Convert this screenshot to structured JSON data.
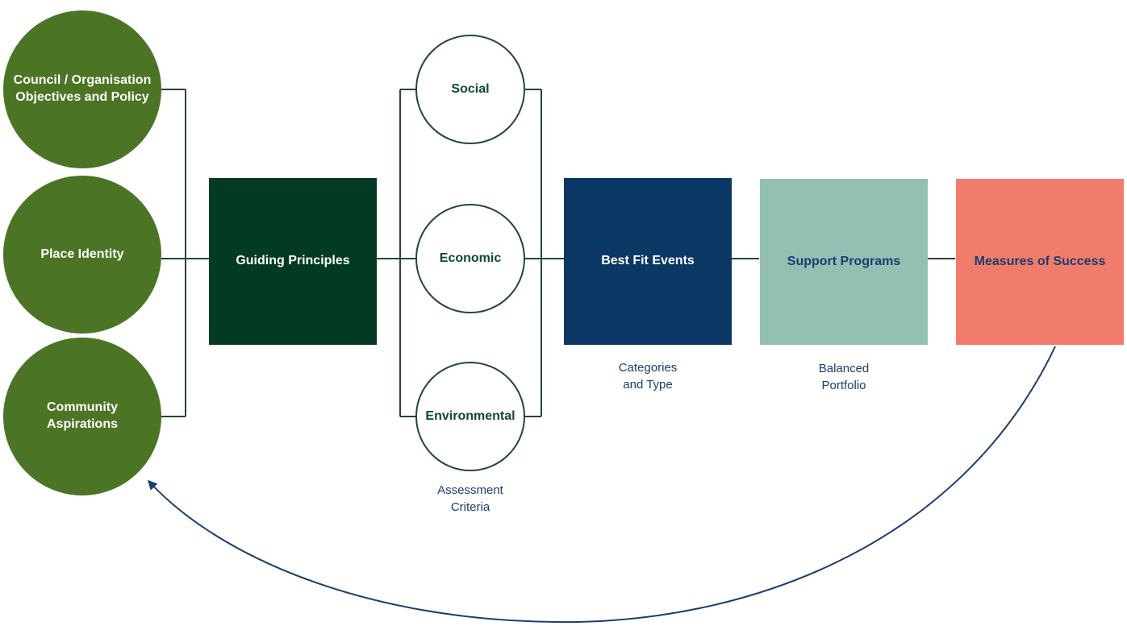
{
  "colors": {
    "input_green": "#4b7524",
    "guiding_dark_green": "#033b22",
    "best_fit_navy": "#0b3764",
    "support_sage": "#94c0b4",
    "measures_coral": "#f27c6b",
    "connector_green": "#24472e",
    "feedback_navy": "#1b3d6e",
    "criteria_text": "#0f4a2f"
  },
  "inputs": [
    {
      "label": "Council / Organisation\nObjectives and Policy"
    },
    {
      "label": "Place Identity"
    },
    {
      "label": "Community\nAspirations"
    }
  ],
  "guiding": {
    "label": "Guiding Principles"
  },
  "criteria": [
    {
      "label": "Social"
    },
    {
      "label": "Economic"
    },
    {
      "label": "Environmental"
    }
  ],
  "criteria_caption": "Assessment\nCriteria",
  "stages": [
    {
      "label": "Best Fit Events",
      "caption": "Categories\nand Type"
    },
    {
      "label": "Support Programs",
      "caption": "Balanced\nPortfolio"
    },
    {
      "label": "Measures of Success",
      "caption": ""
    }
  ]
}
